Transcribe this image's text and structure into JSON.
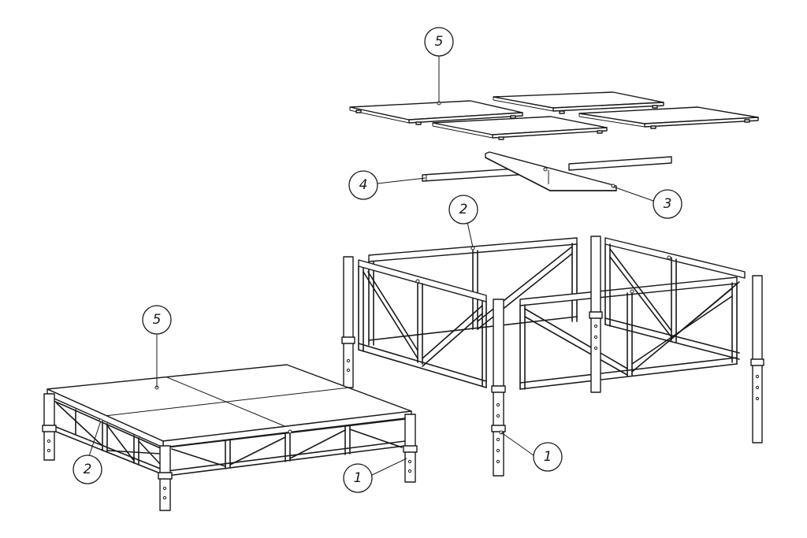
{
  "diagram": {
    "callouts": [
      {
        "id": "callout-5-top",
        "label": "5"
      },
      {
        "id": "callout-4",
        "label": "4"
      },
      {
        "id": "callout-3",
        "label": "3"
      },
      {
        "id": "callout-2-right",
        "label": "2"
      },
      {
        "id": "callout-1-right",
        "label": "1"
      },
      {
        "id": "callout-5-left",
        "label": "5"
      },
      {
        "id": "callout-2-left",
        "label": "2"
      },
      {
        "id": "callout-1-left",
        "label": "1"
      }
    ]
  }
}
